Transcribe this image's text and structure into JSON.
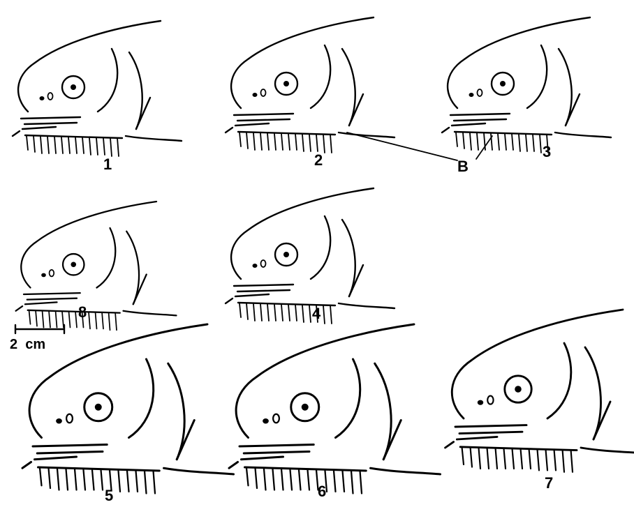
{
  "figure": {
    "panels": [
      {
        "id": "1",
        "label": "1"
      },
      {
        "id": "2",
        "label": "2"
      },
      {
        "id": "3",
        "label": "3"
      },
      {
        "id": "4",
        "label": "4"
      },
      {
        "id": "5",
        "label": "5"
      },
      {
        "id": "6",
        "label": "6"
      },
      {
        "id": "7",
        "label": "7"
      },
      {
        "id": "8",
        "label": "8"
      }
    ],
    "callout_label": "B",
    "scale_bar_label": "2  cm"
  },
  "colors": {
    "ink": "#000000",
    "paper": "#ffffff"
  }
}
